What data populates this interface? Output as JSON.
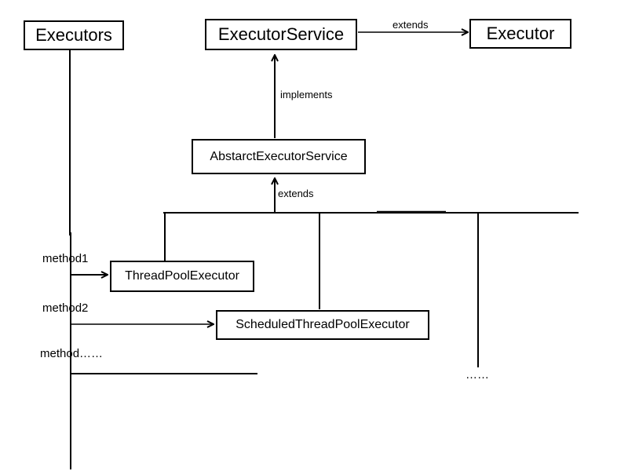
{
  "boxes": {
    "executors": "Executors",
    "executor_service": "ExecutorService",
    "executor": "Executor",
    "abstract_executor_service": "AbstarctExecutorService",
    "thread_pool_executor": "ThreadPoolExecutor",
    "scheduled_thread_pool_executor": "ScheduledThreadPoolExecutor"
  },
  "labels": {
    "extends_top": "extends",
    "implements": "implements",
    "extends_mid": "extends",
    "method1": "method1",
    "method2": "method2",
    "method_more": "method……",
    "ellipsis": "……"
  },
  "colors": {
    "line": "#000000",
    "background": "#ffffff"
  }
}
